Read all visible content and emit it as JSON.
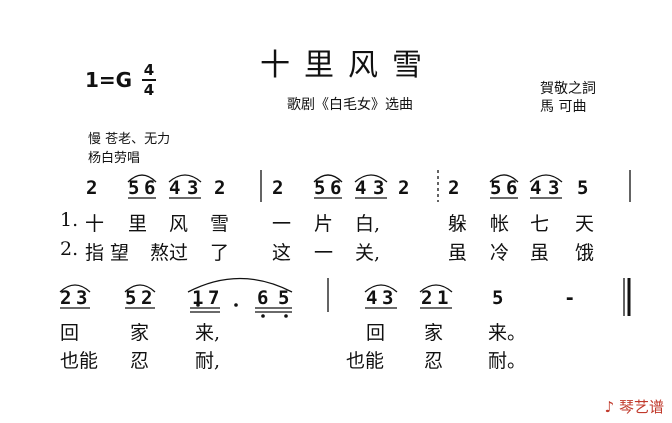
{
  "title": "十里风雪",
  "subtitle": "歌剧《白毛女》选曲",
  "key": "1=G",
  "time_signature": {
    "top": "4",
    "bottom": "4"
  },
  "credits": {
    "lyricist": "賀敬之詞",
    "composer": "馬  可曲"
  },
  "tempo": "慢  苍老、无力",
  "singer": "杨白劳唱",
  "systems": [
    {
      "measures": [
        {
          "notes": [
            "2",
            "5",
            "6",
            "4",
            "3",
            "2"
          ],
          "verse1": [
            "十",
            "里",
            "风",
            "雪"
          ],
          "verse2": [
            "指",
            "望",
            "熬过",
            "了"
          ]
        },
        {
          "notes": [
            "2",
            "5",
            "6",
            "4",
            "3",
            "2"
          ],
          "verse1": [
            "一",
            "片",
            "白,"
          ],
          "verse2": [
            "这",
            "一",
            "关,"
          ]
        },
        {
          "notes": [
            "2",
            "5",
            "6",
            "4",
            "3",
            "5"
          ],
          "verse1": [
            "躲",
            "帐",
            "七",
            "天"
          ],
          "verse2": [
            "虽",
            "冷",
            "虽",
            "饿"
          ]
        }
      ],
      "verse_numbers": [
        "1.",
        "2."
      ]
    },
    {
      "measures": [
        {
          "notes": [
            "2",
            "3",
            "5",
            "2",
            "1",
            "7",
            "6",
            "5"
          ],
          "verse1": [
            "回",
            "家",
            "来,"
          ],
          "verse2": [
            "也能",
            "忍",
            "耐,"
          ]
        },
        {
          "notes": [
            "4",
            "3",
            "2",
            "1",
            "5",
            "-"
          ],
          "verse1": [
            "回",
            "家",
            "来。"
          ],
          "verse2": [
            "也能",
            "忍",
            "耐。"
          ]
        }
      ]
    }
  ],
  "watermark": "琴艺谱"
}
